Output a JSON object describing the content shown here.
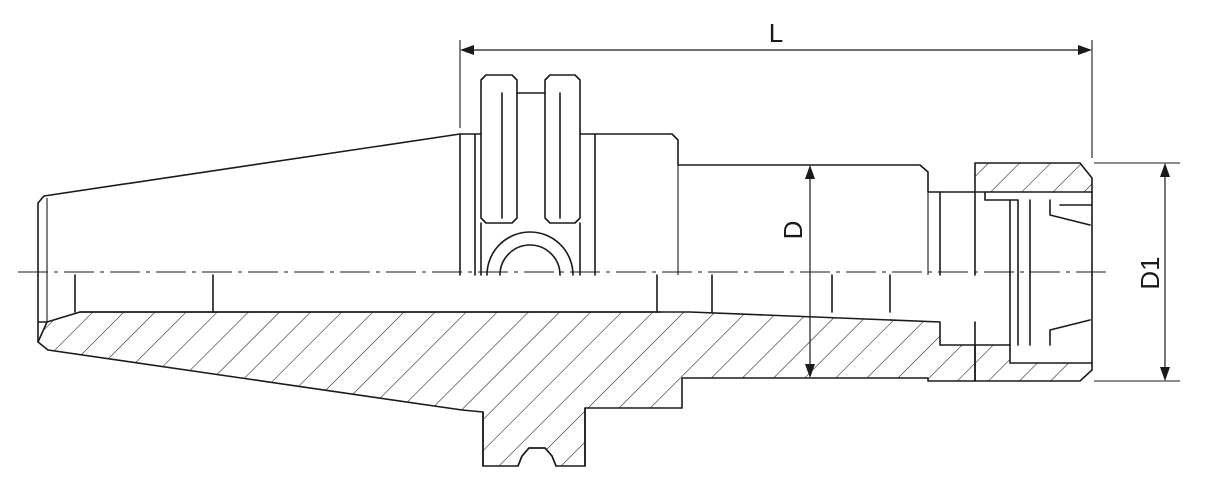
{
  "dimensions": {
    "length_label": "L",
    "shank_diameter_label": "D",
    "nut_diameter_label": "D1"
  }
}
